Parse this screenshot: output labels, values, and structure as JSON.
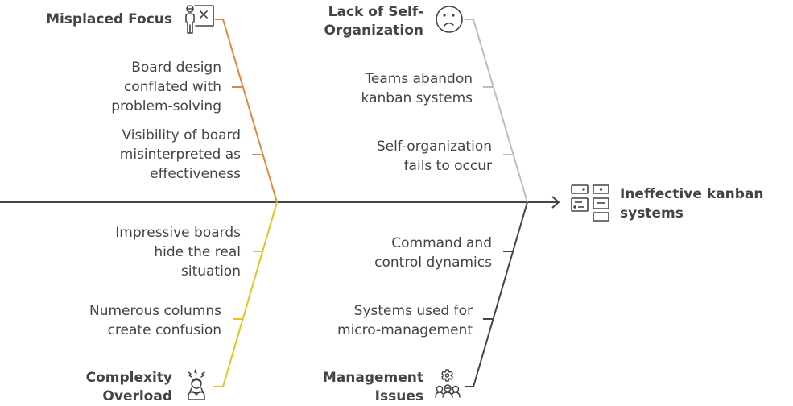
{
  "effect": {
    "label_line1": "Ineffective kanban",
    "label_line2": "systems",
    "icon": "kanban-board-icon"
  },
  "colors": {
    "spine": "#444444",
    "misplaced_focus": "#e08a3a",
    "lack_of_self_organization": "#bdbdbd",
    "complexity_overload": "#e3c51c",
    "management_issues": "#444444",
    "text": "#444444"
  },
  "categories": [
    {
      "id": "misplaced-focus",
      "title_lines": [
        "Misplaced Focus"
      ],
      "icon": "person-whiteboard-icon",
      "causes": [
        {
          "lines": [
            "Board design",
            "conflated with",
            "problem-solving"
          ]
        },
        {
          "lines": [
            "Visibility of board",
            "misinterpreted as",
            "effectiveness"
          ]
        }
      ]
    },
    {
      "id": "lack-of-self-organization",
      "title_lines": [
        "Lack of Self-",
        "Organization"
      ],
      "icon": "sad-face-icon",
      "causes": [
        {
          "lines": [
            "Teams abandon",
            "kanban systems"
          ]
        },
        {
          "lines": [
            "Self-organization",
            "fails to occur"
          ]
        }
      ]
    },
    {
      "id": "complexity-overload",
      "title_lines": [
        "Complexity",
        "Overload"
      ],
      "icon": "stressed-person-icon",
      "causes": [
        {
          "lines": [
            "Impressive boards",
            "hide the real",
            "situation"
          ]
        },
        {
          "lines": [
            "Numerous columns",
            "create confusion"
          ]
        }
      ]
    },
    {
      "id": "management-issues",
      "title_lines": [
        "Management",
        "Issues"
      ],
      "icon": "team-gear-icon",
      "causes": [
        {
          "lines": [
            "Command and",
            "control dynamics"
          ]
        },
        {
          "lines": [
            "Systems used for",
            "micro-management"
          ]
        }
      ]
    }
  ]
}
